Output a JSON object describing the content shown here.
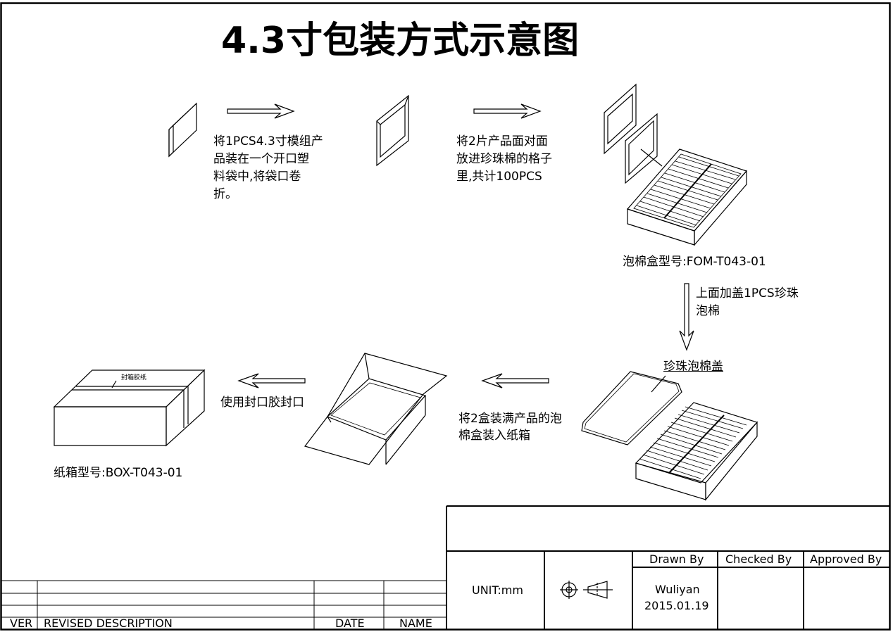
{
  "title": "4.3寸包装方式示意图",
  "steps": {
    "s1": [
      "将1PCS4.3寸模组产",
      "品装在一个开口塑",
      "料袋中,将袋口卷",
      "折。"
    ],
    "s2": [
      "将2片产品面对面",
      "放进珍珠棉的格子",
      "里,共计100PCS"
    ],
    "foam_box_model": "泡棉盒型号:FOM-T043-01",
    "s3": [
      "上面加盖1PCS珍珠",
      "泡棉"
    ],
    "pearl_lid": "珍珠泡棉盖",
    "s4": [
      "将2盒装满产品的泡",
      "棉盒装入纸箱"
    ],
    "s5": "使用封口胶封口",
    "tape_label": "封箱胶纸",
    "carton_model": "纸箱型号:BOX-T043-01"
  },
  "title_block": {
    "unit": "UNIT:mm",
    "drawn_by_label": "Drawn By",
    "checked_by_label": "Checked By",
    "approved_by_label": "Approved By",
    "drawn_by_name": "Wuliyan",
    "drawn_date": "2015.01.19"
  },
  "revision_table": {
    "ver": "VER",
    "description": "REVISED DESCRIPTION",
    "date": "DATE",
    "name": "NAME"
  }
}
